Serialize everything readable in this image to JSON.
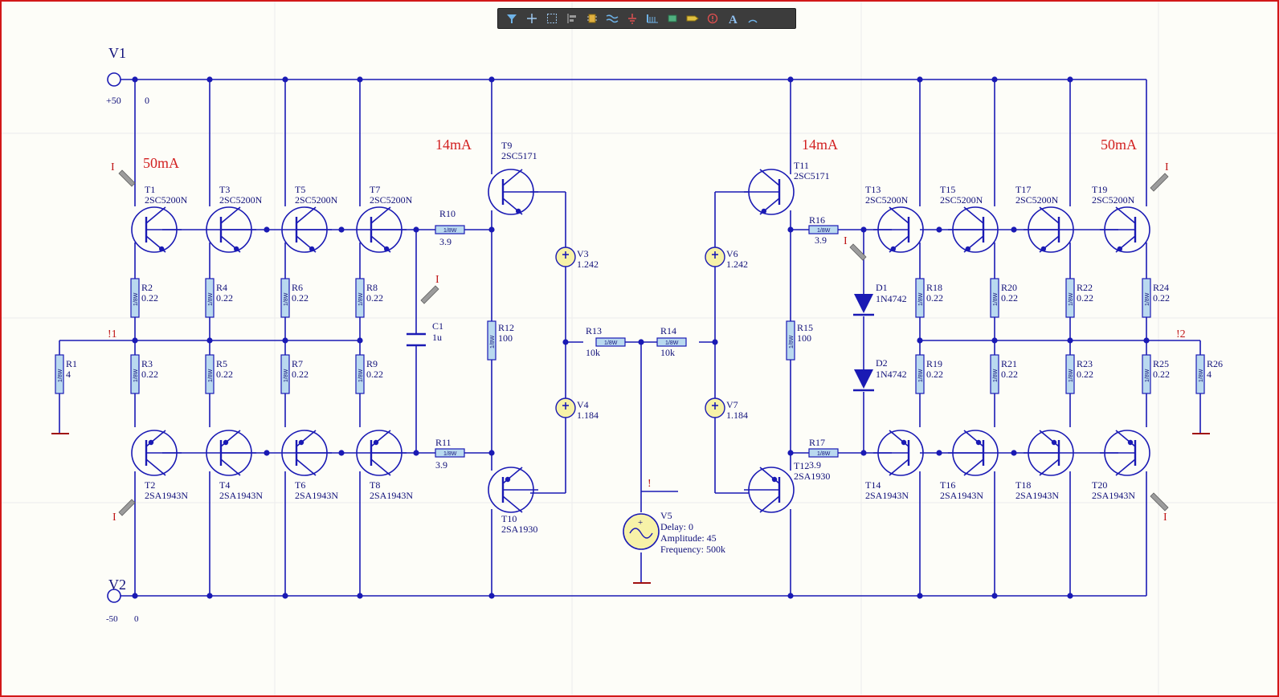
{
  "toolbar": {
    "tools": [
      {
        "name": "filter-icon"
      },
      {
        "name": "add-wire-icon"
      },
      {
        "name": "select-area-icon"
      },
      {
        "name": "align-icon"
      },
      {
        "name": "part-icon"
      },
      {
        "name": "harness-icon"
      },
      {
        "name": "power-port-icon"
      },
      {
        "name": "bus-icon"
      },
      {
        "name": "device-sheet-icon"
      },
      {
        "name": "port-icon"
      },
      {
        "name": "directive-icon"
      },
      {
        "name": "text-icon"
      },
      {
        "name": "arc-icon"
      }
    ]
  },
  "colors": {
    "wire": "#1a1ab4",
    "label": "#10107a",
    "annotation": "#d22020",
    "resistor_fill": "#b9d9ef",
    "border": "#d21818"
  },
  "power": {
    "v1": {
      "name": "V1",
      "value": "+50",
      "phase": "0"
    },
    "v2": {
      "name": "V2",
      "value": "-50",
      "phase": "0"
    }
  },
  "currents": {
    "left_out": "50mA",
    "left_drv": "14mA",
    "right_drv": "14mA",
    "right_out": "50mA"
  },
  "probe_marks": {
    "p1": "I",
    "p2": "I",
    "p3": "I",
    "p4": "I",
    "p5": "I",
    "p6": "I",
    "v5": "!"
  },
  "nets": {
    "n1": "!1",
    "n2": "!2"
  },
  "transistors": {
    "T1": {
      "ref": "T1",
      "part": "2SC5200N"
    },
    "T3": {
      "ref": "T3",
      "part": "2SC5200N"
    },
    "T5": {
      "ref": "T5",
      "part": "2SC5200N"
    },
    "T7": {
      "ref": "T7",
      "part": "2SC5200N"
    },
    "T2": {
      "ref": "T2",
      "part": "2SA1943N"
    },
    "T4": {
      "ref": "T4",
      "part": "2SA1943N"
    },
    "T6": {
      "ref": "T6",
      "part": "2SA1943N"
    },
    "T8": {
      "ref": "T8",
      "part": "2SA1943N"
    },
    "T9": {
      "ref": "T9",
      "part": "2SC5171"
    },
    "T10": {
      "ref": "T10",
      "part": "2SA1930"
    },
    "T11": {
      "ref": "T11",
      "part": "2SC5171"
    },
    "T12": {
      "ref": "T12",
      "part": "2SA1930"
    },
    "T13": {
      "ref": "T13",
      "part": "2SC5200N"
    },
    "T15": {
      "ref": "T15",
      "part": "2SC5200N"
    },
    "T17": {
      "ref": "T17",
      "part": "2SC5200N"
    },
    "T19": {
      "ref": "T19",
      "part": "2SC5200N"
    },
    "T14": {
      "ref": "T14",
      "part": "2SA1943N"
    },
    "T16": {
      "ref": "T16",
      "part": "2SA1943N"
    },
    "T18": {
      "ref": "T18",
      "part": "2SA1943N"
    },
    "T20": {
      "ref": "T20",
      "part": "2SA1943N"
    }
  },
  "resistors": {
    "body_text": "1/8W",
    "R1": {
      "ref": "R1",
      "value": "4"
    },
    "R2": {
      "ref": "R2",
      "value": "0.22"
    },
    "R3": {
      "ref": "R3",
      "value": "0.22"
    },
    "R4": {
      "ref": "R4",
      "value": "0.22"
    },
    "R5": {
      "ref": "R5",
      "value": "0.22"
    },
    "R6": {
      "ref": "R6",
      "value": "0.22"
    },
    "R7": {
      "ref": "R7",
      "value": "0.22"
    },
    "R8": {
      "ref": "R8",
      "value": "0.22"
    },
    "R9": {
      "ref": "R9",
      "value": "0.22"
    },
    "R10": {
      "ref": "R10",
      "value": "3.9"
    },
    "R11": {
      "ref": "R11",
      "value": "3.9"
    },
    "R12": {
      "ref": "R12",
      "value": "100"
    },
    "R13": {
      "ref": "R13",
      "value": "10k"
    },
    "R14": {
      "ref": "R14",
      "value": "10k"
    },
    "R15": {
      "ref": "R15",
      "value": "100"
    },
    "R16": {
      "ref": "R16",
      "value": "3.9"
    },
    "R17": {
      "ref": "R17",
      "value": "3.9"
    },
    "R18": {
      "ref": "R18",
      "value": "0.22"
    },
    "R19": {
      "ref": "R19",
      "value": "0.22"
    },
    "R20": {
      "ref": "R20",
      "value": "0.22"
    },
    "R21": {
      "ref": "R21",
      "value": "0.22"
    },
    "R22": {
      "ref": "R22",
      "value": "0.22"
    },
    "R23": {
      "ref": "R23",
      "value": "0.22"
    },
    "R24": {
      "ref": "R24",
      "value": "0.22"
    },
    "R25": {
      "ref": "R25",
      "value": "0.22"
    },
    "R26": {
      "ref": "R26",
      "value": "4"
    }
  },
  "capacitor": {
    "ref": "C1",
    "value": "1u"
  },
  "diodes": {
    "D1": {
      "ref": "D1",
      "part": "1N4742"
    },
    "D2": {
      "ref": "D2",
      "part": "1N4742"
    }
  },
  "vsources": {
    "V3": {
      "ref": "V3",
      "value": "1.242"
    },
    "V4": {
      "ref": "V4",
      "value": "1.184"
    },
    "V6": {
      "ref": "V6",
      "value": "1.242"
    },
    "V7": {
      "ref": "V7",
      "value": "1.184"
    }
  },
  "signal": {
    "ref": "V5",
    "delay": "Delay: 0",
    "amplitude": "Amplitude: 45",
    "frequency": "Frequency: 500k"
  }
}
